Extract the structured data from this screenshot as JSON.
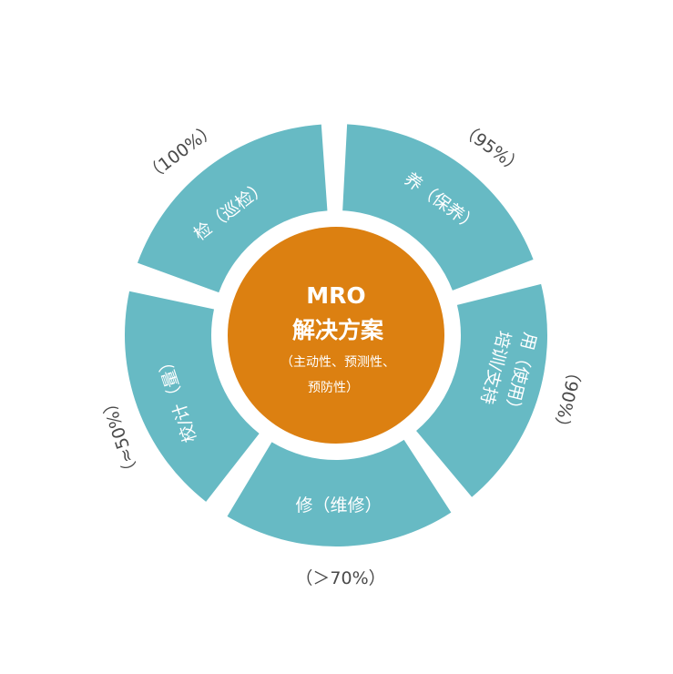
{
  "colors": {
    "segment": "#67BAC4",
    "center": "#DC8011",
    "percent_text": "#4a4a4a"
  },
  "center": {
    "line1": "MRO",
    "line2": "解决方案",
    "line3": "（主动性、预测性、",
    "line4": "预防性）"
  },
  "segments": [
    {
      "id": "inspect",
      "label": "检（巡检）",
      "label2": "",
      "percent": "（100%）"
    },
    {
      "id": "maintain",
      "label": "养（保养）",
      "label2": "",
      "percent": "（95%）"
    },
    {
      "id": "use",
      "label": "用（使用）",
      "label2": "培训/支持",
      "percent": "（90%）"
    },
    {
      "id": "repair",
      "label": "修（维修）",
      "label2": "",
      "percent": "（＞70%）"
    },
    {
      "id": "calibrate",
      "label": "校/计（量）",
      "label2": "",
      "percent": "（≈50%）"
    }
  ]
}
